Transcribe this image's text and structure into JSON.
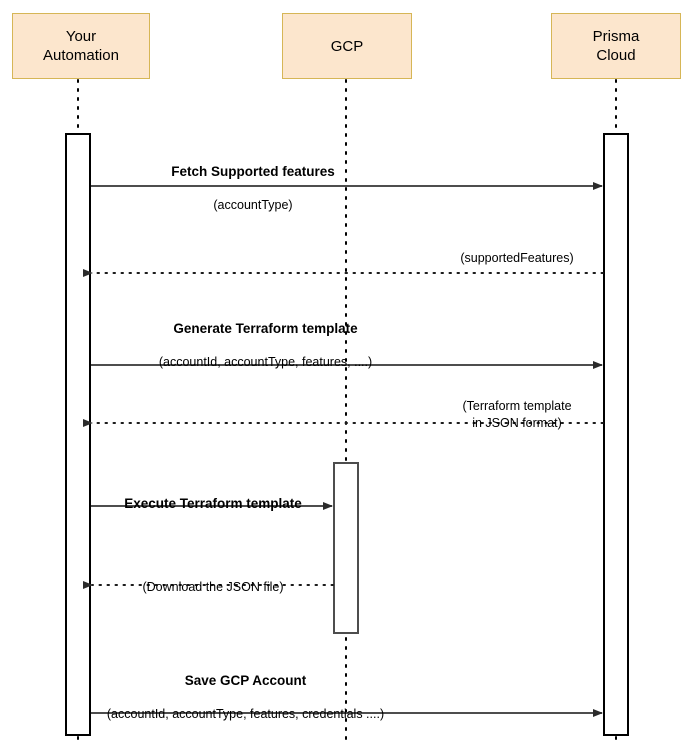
{
  "diagram": {
    "type": "sequence-diagram",
    "title": "",
    "colors": {
      "participant_fill": "#fce6cd",
      "participant_border": "#d6b656",
      "line": "#000000",
      "arrow": "#4d4d4d",
      "background": "#ffffff"
    },
    "participants": [
      {
        "id": "your-automation",
        "label": "Your\nAutomation"
      },
      {
        "id": "gcp",
        "label": "GCP"
      },
      {
        "id": "prisma-cloud",
        "label": "Prisma\nCloud"
      }
    ],
    "messages": [
      {
        "id": "fetch-supported-features",
        "title": "Fetch Supported features",
        "args": "(accountType)",
        "from": "your-automation",
        "to": "prisma-cloud",
        "style": "solid",
        "direction": "right"
      },
      {
        "id": "supported-features-response",
        "title": "",
        "args": "(supportedFeatures)",
        "from": "prisma-cloud",
        "to": "your-automation",
        "style": "dotted",
        "direction": "left"
      },
      {
        "id": "generate-terraform-template",
        "title": "Generate Terraform template",
        "args": "(accountId, accountType, features, ....)",
        "from": "your-automation",
        "to": "prisma-cloud",
        "style": "solid",
        "direction": "right"
      },
      {
        "id": "terraform-template-response",
        "title": "",
        "args": "(Terraform template\nin JSON format)",
        "from": "prisma-cloud",
        "to": "your-automation",
        "style": "dotted",
        "direction": "left"
      },
      {
        "id": "execute-terraform-template",
        "title": "Execute Terraform template",
        "args": "",
        "from": "your-automation",
        "to": "gcp",
        "style": "solid",
        "direction": "right"
      },
      {
        "id": "download-json-file",
        "title": "",
        "args": "(Download the JSON file)",
        "from": "gcp",
        "to": "your-automation",
        "style": "dotted",
        "direction": "left"
      },
      {
        "id": "save-gcp-account",
        "title": "Save GCP Account",
        "args": "(accountId, accountType, features, credentials ....)",
        "from": "your-automation",
        "to": "prisma-cloud",
        "style": "solid",
        "direction": "right"
      }
    ]
  }
}
